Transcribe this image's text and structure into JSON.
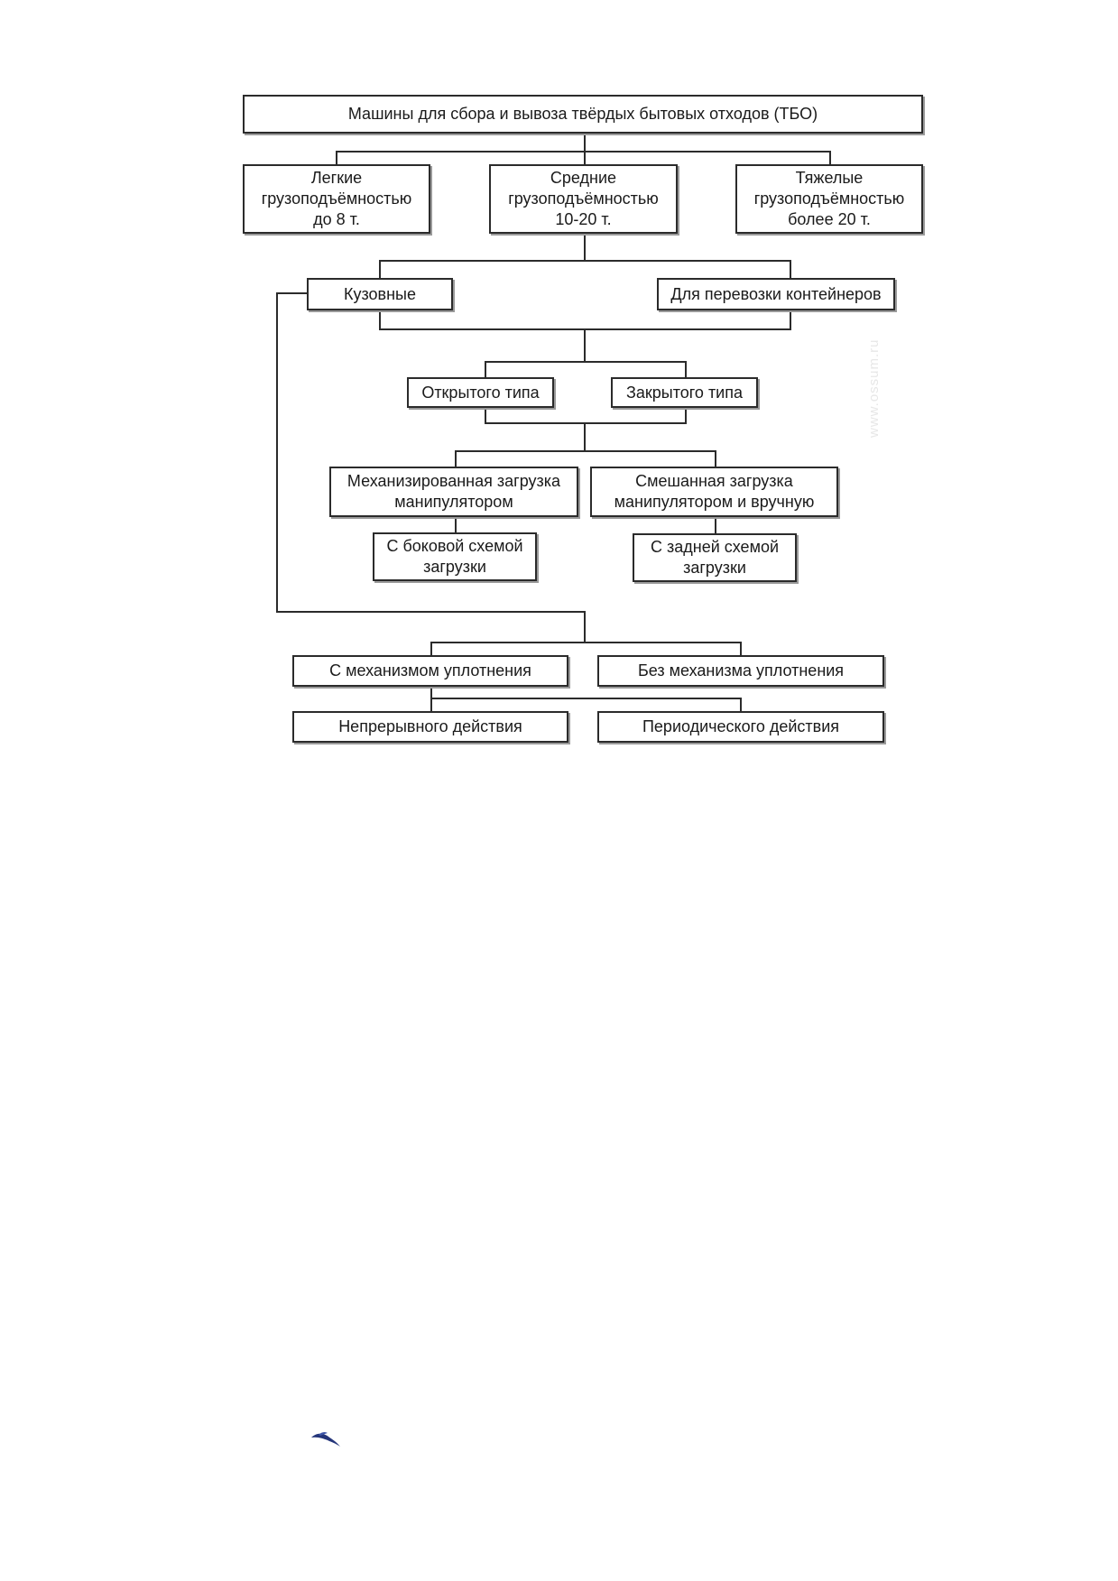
{
  "diagram": {
    "root": "Машины для сбора и вывоза твёрдых бытовых отходов (ТБО)",
    "capacity": [
      "Легкие\nгрузоподъёмностью\nдо 8 т.",
      "Средние\nгрузоподъёмностью\n10-20 т.",
      "Тяжелые\nгрузоподъёмностью\nболее 20 т."
    ],
    "body_types": [
      "Кузовные",
      "Для перевозки контейнеров"
    ],
    "open_closed": [
      "Открытого типа",
      "Закрытого типа"
    ],
    "loading": [
      "Механизированная загрузка\nманипулятором",
      "Смешанная загрузка\nманипулятором и вручную"
    ],
    "loading_scheme": [
      "С боковой схемой\nзагрузки",
      "С задней схемой\nзагрузки"
    ],
    "compaction": [
      "С механизмом уплотнения",
      "Без механизма уплотнения"
    ],
    "action": [
      "Непрерывного действия",
      "Периодического действия"
    ]
  },
  "watermark": "www.ossum.ru",
  "icons": {
    "bird": "bird-logo-icon"
  },
  "colors": {
    "line": "#2b2b2b",
    "background": "#ffffff",
    "logo": "#24357a"
  }
}
